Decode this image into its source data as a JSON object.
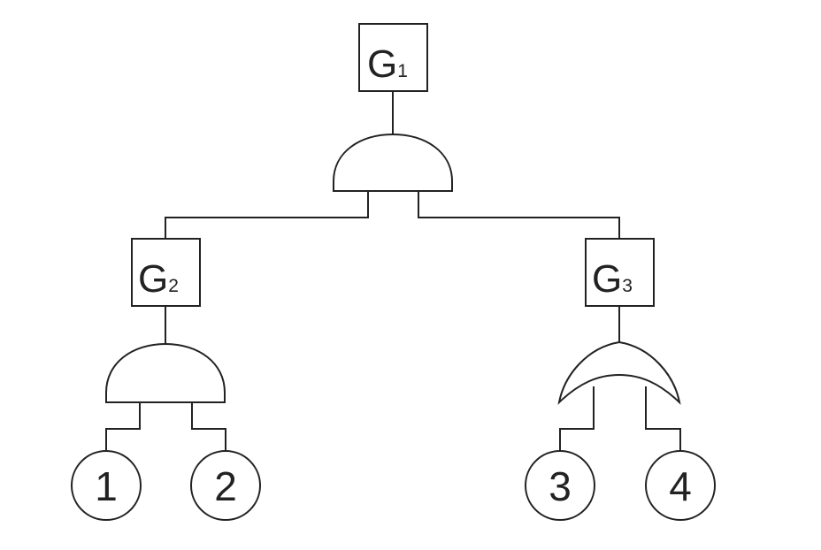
{
  "diagram": {
    "type": "fault-tree",
    "gates": {
      "g1": {
        "letter": "G",
        "index": "1",
        "logic": "and"
      },
      "g2": {
        "letter": "G",
        "index": "2",
        "logic": "and"
      },
      "g3": {
        "letter": "G",
        "index": "3",
        "logic": "or"
      }
    },
    "basic_events": {
      "e1": {
        "label": "1"
      },
      "e2": {
        "label": "2"
      },
      "e3": {
        "label": "3"
      },
      "e4": {
        "label": "4"
      }
    },
    "connections": [
      {
        "from": "g1",
        "to": "g2"
      },
      {
        "from": "g1",
        "to": "g3"
      },
      {
        "from": "g2",
        "to": "e1"
      },
      {
        "from": "g2",
        "to": "e2"
      },
      {
        "from": "g3",
        "to": "e3"
      },
      {
        "from": "g3",
        "to": "e4"
      }
    ]
  }
}
